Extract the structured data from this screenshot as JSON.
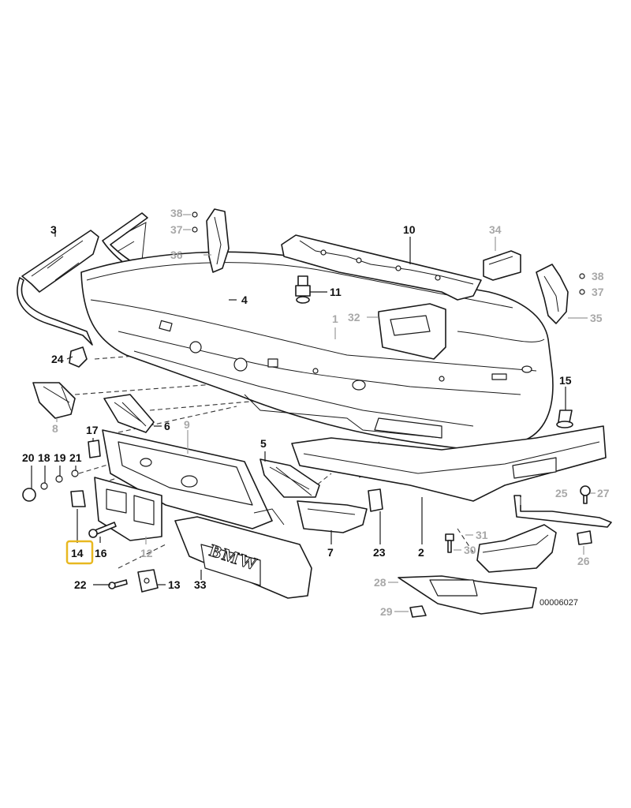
{
  "diagram": {
    "doc_number": "00006027",
    "emblem_text": "BMW",
    "highlight_color": "#e8b820",
    "active_label_color": "#111111",
    "inactive_label_color": "#a8a8a8",
    "highlighted_part": "14",
    "labels": {
      "p1": "1",
      "p2": "2",
      "p3": "3",
      "p4": "4",
      "p5": "5",
      "p6": "6",
      "p7": "7",
      "p8": "8",
      "p9": "9",
      "p10": "10",
      "p11": "11",
      "p12": "12",
      "p13": "13",
      "p14": "14",
      "p15": "15",
      "p16": "16",
      "p17": "17",
      "p18": "18",
      "p19": "19",
      "p20": "20",
      "p21": "21",
      "p22": "22",
      "p23": "23",
      "p24": "24",
      "p25": "25",
      "p26": "26",
      "p27": "27",
      "p28": "28",
      "p29": "29",
      "p30": "30",
      "p31": "31",
      "p32": "32",
      "p33": "33",
      "p34": "34",
      "p35": "35",
      "p36": "36",
      "p37a": "37",
      "p37b": "37",
      "p38a": "38",
      "p38b": "38"
    }
  }
}
